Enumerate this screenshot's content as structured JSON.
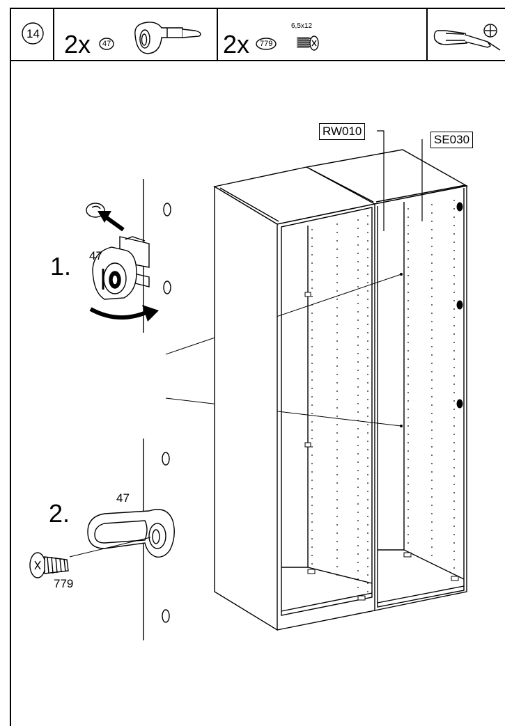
{
  "header": {
    "step_number": "14",
    "part1": {
      "quantity": "2x",
      "part_number": "47"
    },
    "part2": {
      "quantity": "2x",
      "part_number": "779",
      "dimension": "6,5x12"
    },
    "tool_icon": "phillips-screwdriver-icon"
  },
  "illustration": {
    "labels": {
      "rw010": "RW010",
      "se030": "SE030"
    },
    "step1": {
      "number": "1.",
      "part_label": "47"
    },
    "step2": {
      "number": "2.",
      "part_label": "47",
      "screw_label": "779"
    }
  }
}
